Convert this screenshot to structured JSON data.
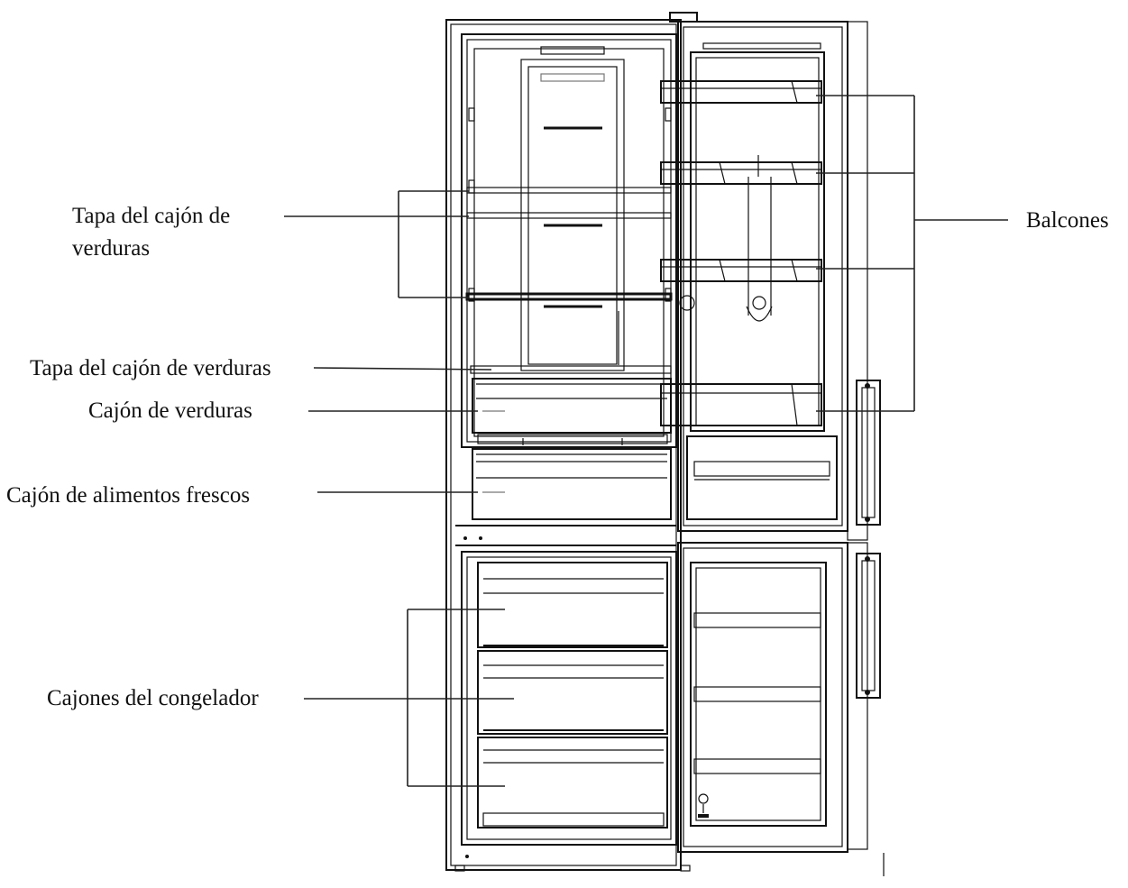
{
  "colors": {
    "line": "#111111",
    "background": "#ffffff"
  },
  "labels": {
    "crisper_lid_top_line1": "Tapa del cajón de",
    "crisper_lid_top_line2": "verduras",
    "crisper_lid": "Tapa del cajón de verduras",
    "crisper_drawer": "Cajón de verduras",
    "fresh_food_drawer": "Cajón de alimentos frescos",
    "freezer_drawers": "Cajones del congelador",
    "door_balconies": "Balcones"
  }
}
